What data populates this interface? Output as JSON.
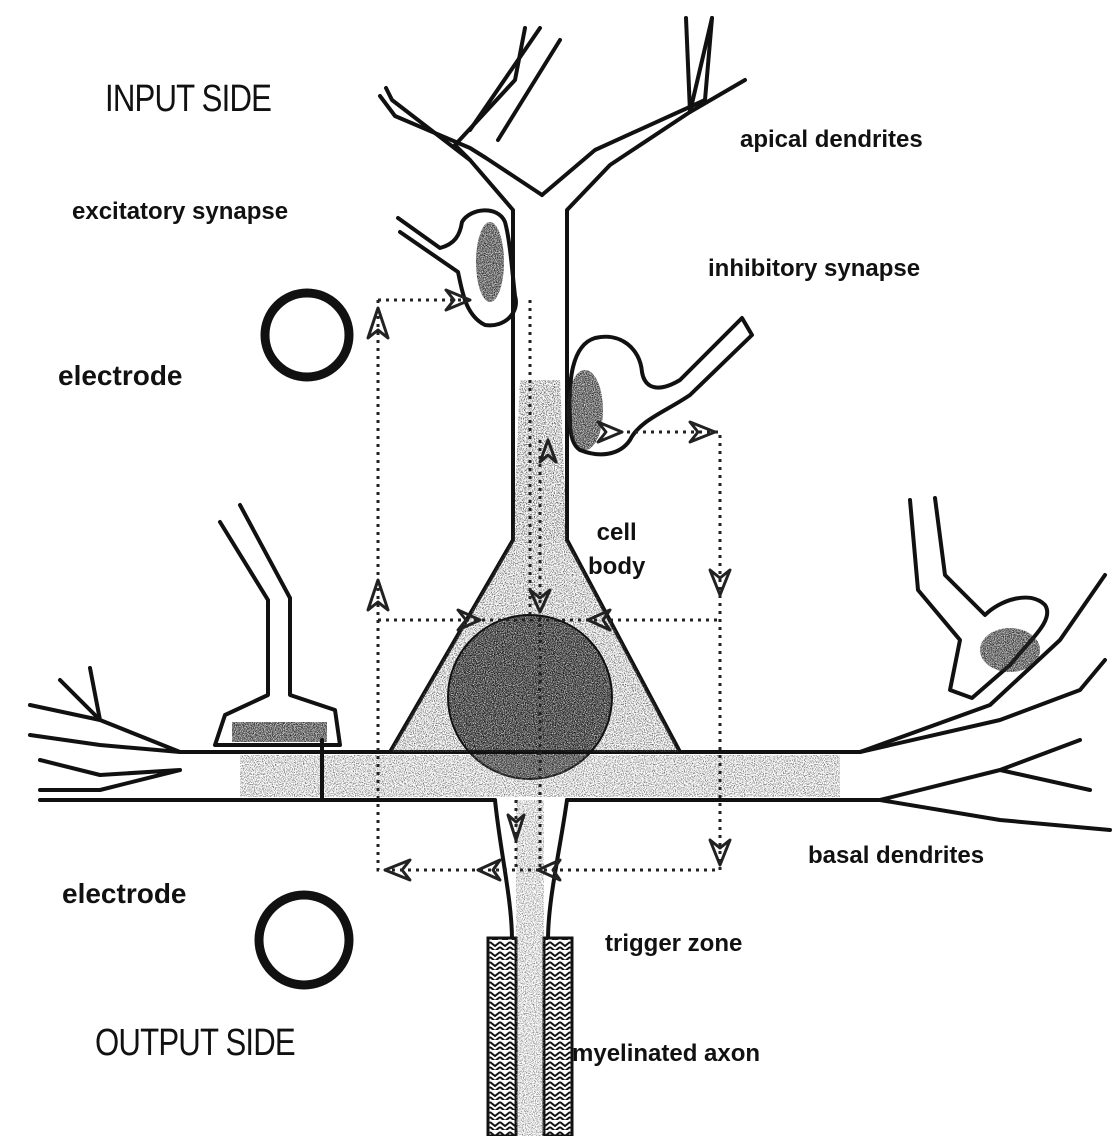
{
  "labels": {
    "input_side": "INPUT SIDE",
    "output_side": "OUTPUT SIDE",
    "apical_dendrites": "apical dendrites",
    "excitatory_synapse": "excitatory synapse",
    "inhibitory_synapse": "inhibitory synapse",
    "electrode_top": "electrode",
    "electrode_bottom": "electrode",
    "cell_body_line1": "cell",
    "cell_body_line2": "body",
    "basal_dendrites": "basal dendrites",
    "trigger_zone": "trigger zone",
    "myelinated_axon": "myelinated axon"
  },
  "colors": {
    "ink": "#111111",
    "background": "#ffffff"
  }
}
